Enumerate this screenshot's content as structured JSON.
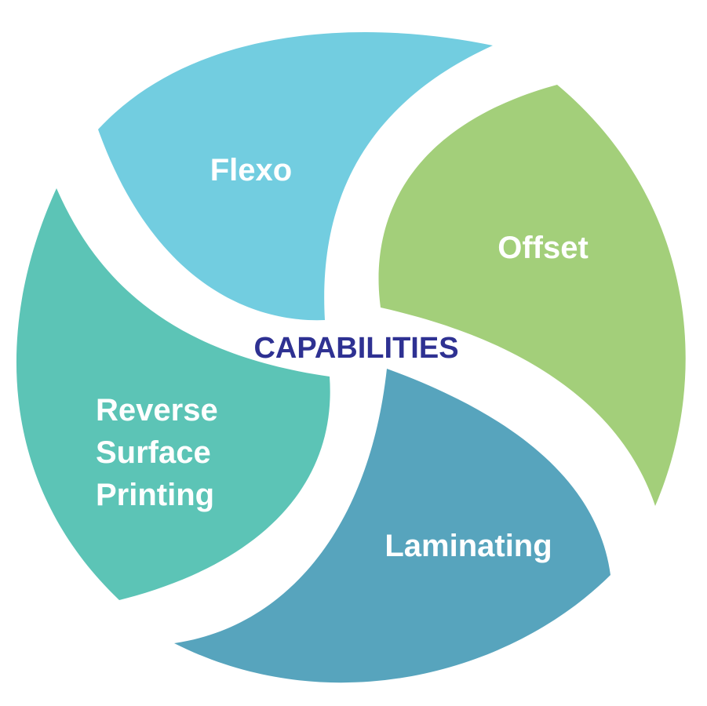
{
  "center": {
    "label": "CAPABILITIES",
    "color": "#2e3192"
  },
  "segments": [
    {
      "id": "flexo",
      "lines": [
        "Flexo"
      ],
      "color": "#72cde0"
    },
    {
      "id": "offset",
      "lines": [
        "Offset"
      ],
      "color": "#a3cf7a"
    },
    {
      "id": "laminating",
      "lines": [
        "Laminating"
      ],
      "color": "#57a4bd"
    },
    {
      "id": "reverse",
      "lines": [
        "Reverse",
        "Surface",
        "Printing"
      ],
      "color": "#5cc4b6"
    }
  ]
}
